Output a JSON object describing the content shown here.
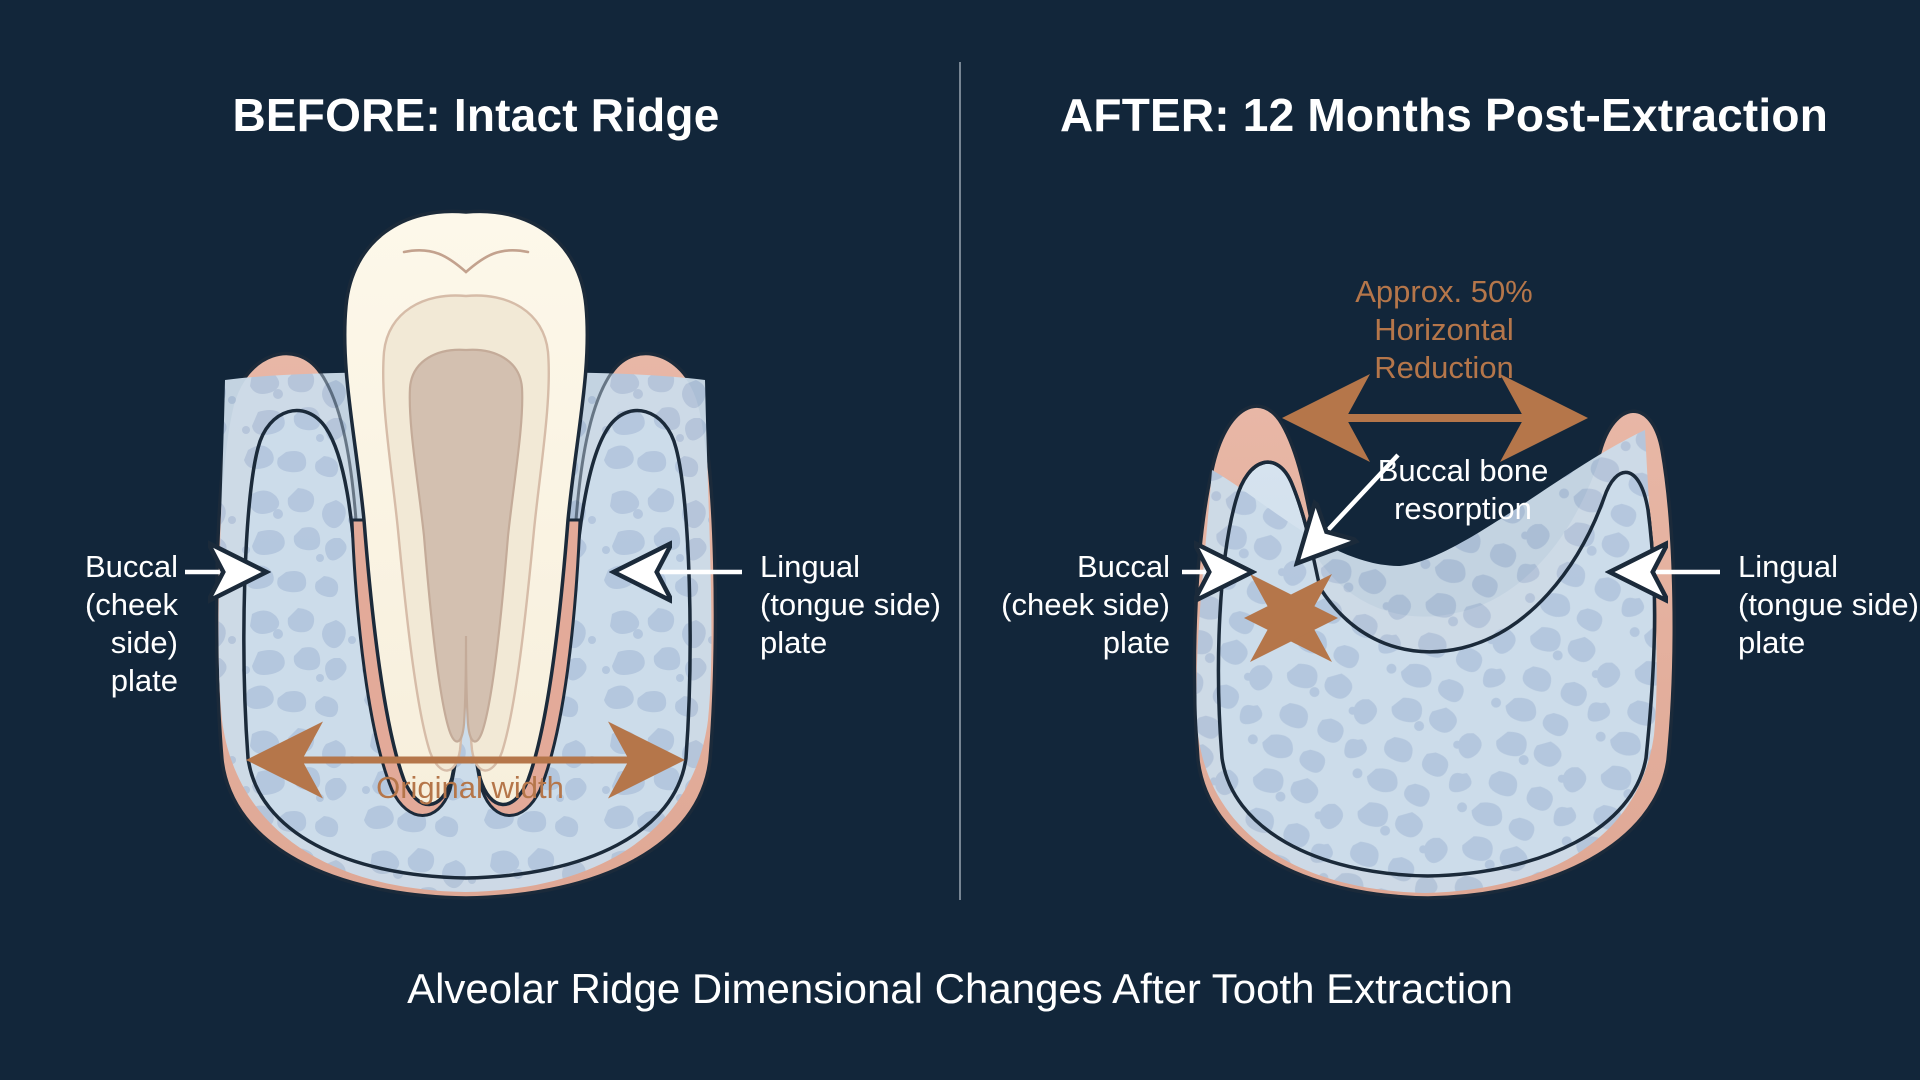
{
  "background_color": "#12263a",
  "figure": {
    "caption": "Alveolar Ridge Dimensional Changes After Tooth Extraction"
  },
  "panels": [
    {
      "id": "before",
      "title": "BEFORE: Intact Ridge",
      "labels": {
        "buccal": "Buccal\n(cheek side)\nplate",
        "lingual": "Lingual\n(tongue side)\nplate"
      },
      "measurements": [
        {
          "name": "original-width",
          "label": "Original width",
          "color": "#b5764a"
        }
      ]
    },
    {
      "id": "after",
      "title": "AFTER: 12 Months Post-Extraction",
      "labels": {
        "buccal": "Buccal\n(cheek side)\nplate",
        "lingual": "Lingual\n(tongue side)\nplate",
        "resorption": "Buccal bone\nresorption"
      },
      "measurements": [
        {
          "name": "horizontal-reduction",
          "label": "Approx. 50%\nHorizontal\nReduction",
          "color": "#b5764a"
        },
        {
          "name": "residual-buccal-thickness",
          "label": "",
          "color": "#b5764a"
        }
      ]
    }
  ],
  "legend_colors": {
    "enamel": "#fbf5e4",
    "dentin": "#f0e6d0",
    "pulp": "#cfbdae",
    "gingiva": "#e6b2a0",
    "bone_cortical": "#ccdcea",
    "bone_trabecular": "#b3c6dd",
    "outline": "#1b2a3a",
    "measure_accent": "#b5764a",
    "pointer": "#ffffff",
    "divider": "#9aa6b2"
  }
}
